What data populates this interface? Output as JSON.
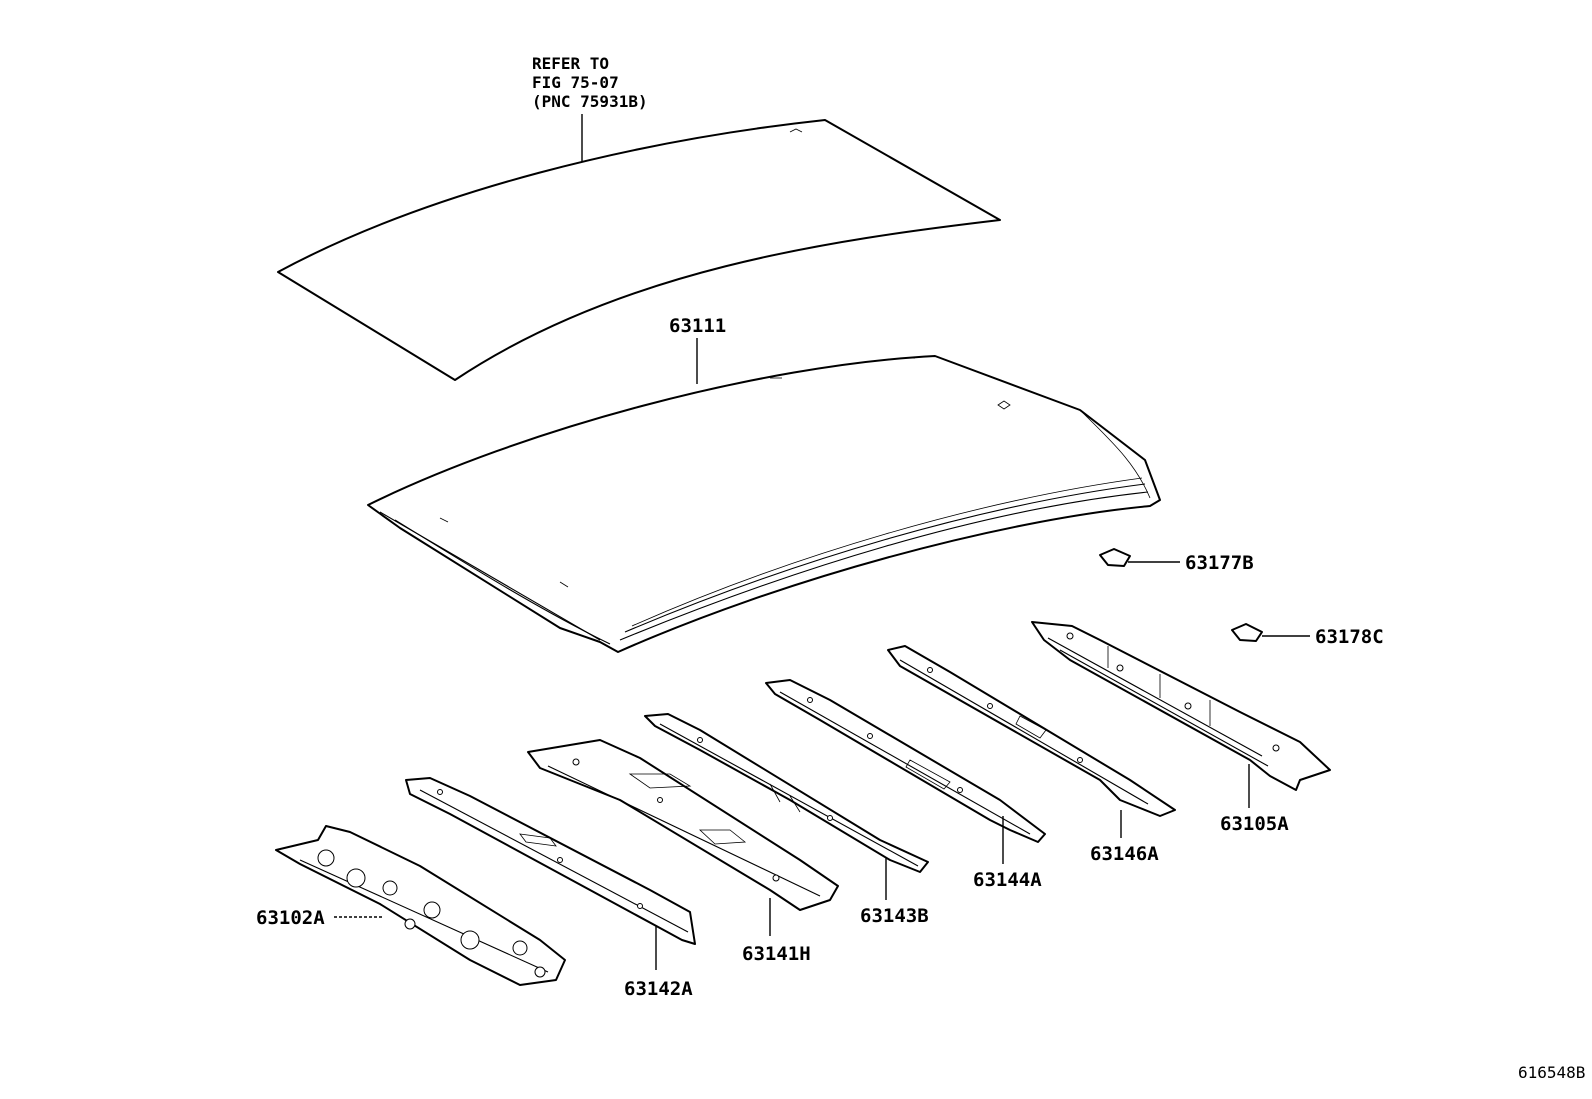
{
  "reference_note": {
    "line1": "REFER TO",
    "line2": "FIG 75-07",
    "line3": "(PNC 75931B)"
  },
  "parts": {
    "roof_panel": "63111",
    "plug_1": "63177B",
    "plug_2": "63178C",
    "rear_header": "63105A",
    "bow_6": "63146A",
    "bow_5": "63144A",
    "bow_4": "63143B",
    "bow_3": "63141H",
    "bow_2": "63142A",
    "front_header": "63102A"
  },
  "diagram_id": "616548B"
}
